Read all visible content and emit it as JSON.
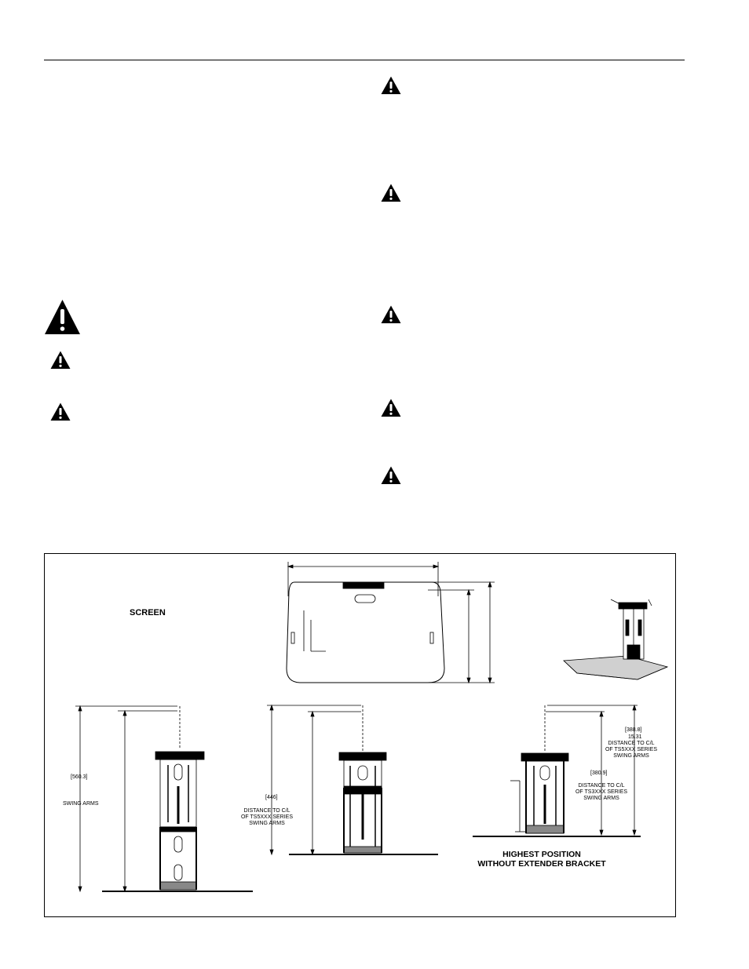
{
  "figure": {
    "screen_label": "SCREEN",
    "caption_line1": "HIGHEST POSITION",
    "caption_line2": "WITHOUT EXTENDER BRACKET",
    "left_view": {
      "dim": "[560.3]",
      "note": "SWING ARMS"
    },
    "middle_view": {
      "dim": "[446]",
      "note_line1": "DISTANCE TO C/L",
      "note_line2": "OF TS5XXX SERIES",
      "note_line3": "SWING ARMS"
    },
    "right_view": {
      "dim_outer": "[388.8]",
      "dim_outer_inch": "15.31",
      "outer_note_line1": "DISTANCE TO C/L",
      "outer_note_line2": "OF TS5XXX SERIES",
      "outer_note_line3": "SWING ARMS",
      "dim_inner": "[380.9]",
      "inner_note_line1": "DISTANCE TO C/L",
      "inner_note_line2": "OF TS3XXX SERIES",
      "inner_note_line3": "SWING ARMS"
    }
  }
}
